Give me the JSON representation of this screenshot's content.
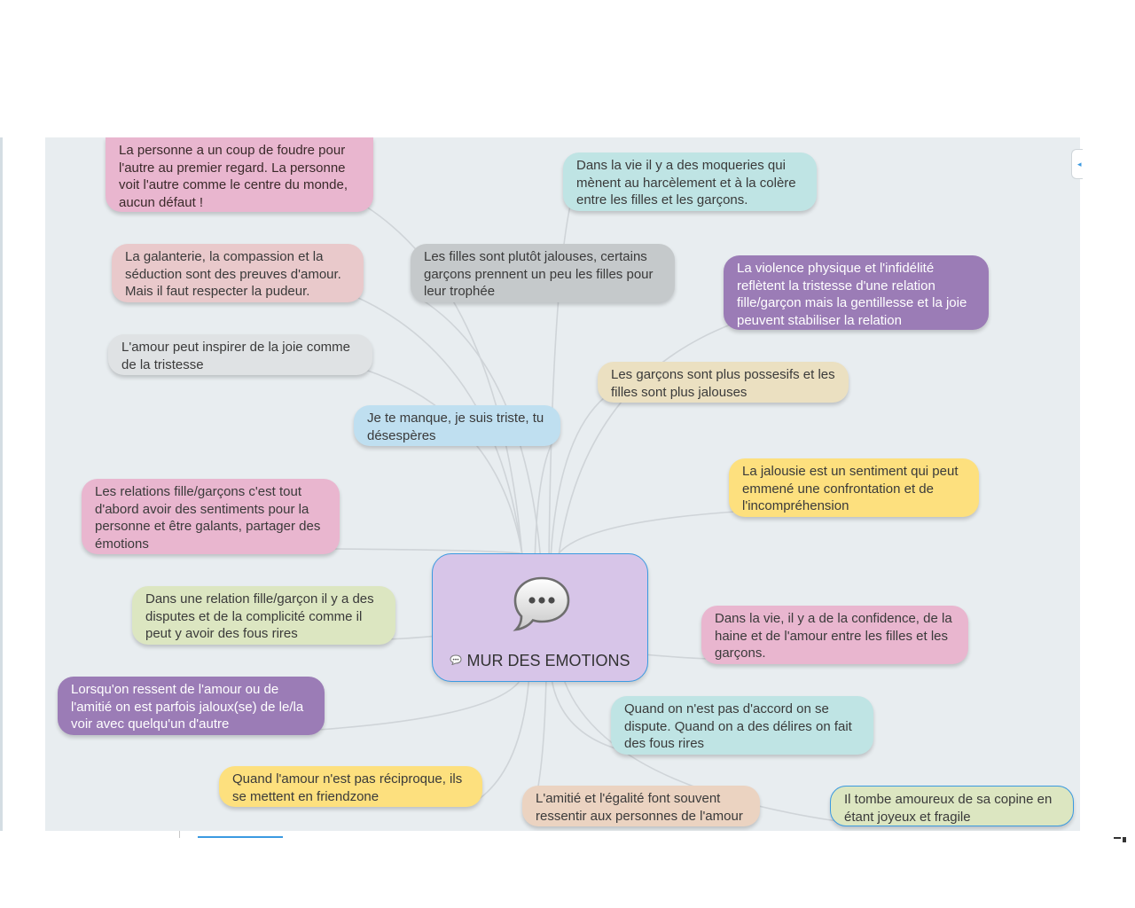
{
  "mindmap": {
    "central": {
      "title": "MUR DES EMOTIONS",
      "icon": "speech-bubble-icon",
      "fill": "#d7c5e8",
      "border": "#3b9ae1"
    },
    "link_color": "#cfd4d8",
    "canvas_background": "#e8edf0",
    "ideas": [
      {
        "id": "coup-de-foudre",
        "text": "La personne a un coup de foudre pour l'autre au premier regard. La personne voit l'autre comme le centre du monde, aucun défaut !",
        "color": "#e9b6cf",
        "style": "fluo"
      },
      {
        "id": "galanterie",
        "text": "La galanterie, la compassion et la séduction sont des preuves d'amour. Mais il faut respecter la pudeur.",
        "color": "#e9c9cb",
        "style": "light"
      },
      {
        "id": "joie-tristesse",
        "text": "L'amour peut inspirer de la joie comme de la tristesse",
        "color": "#dfe2e4",
        "style": "light"
      },
      {
        "id": "je-te-manque",
        "text": "Je te manque, je suis triste, tu désespères",
        "color": "#bfdff0",
        "style": "light"
      },
      {
        "id": "filles-jalouses",
        "text": "Les filles sont plutôt jalouses, certains garçons prennent un peu les filles pour leur trophée",
        "color": "#c5c9cb",
        "style": "light"
      },
      {
        "id": "moqueries",
        "text": "Dans la vie il y a des moqueries qui mènent au harcèlement et à la colère entre les filles et les garçons.",
        "color": "#bfe4e4",
        "style": "light"
      },
      {
        "id": "violence",
        "text": "La violence physique et l'infidélité reflètent la tristesse d'une relation fille/garçon mais la gentillesse et la joie peuvent stabiliser la relation",
        "color": "#9b7cb6",
        "style": "dark"
      },
      {
        "id": "possessifs",
        "text": "Les garçons sont plus possesifs et les filles sont plus jalouses",
        "color": "#ebe0c1",
        "style": "light"
      },
      {
        "id": "jalousie",
        "text": "La jalousie est un sentiment qui peut emmené une confrontation et de l'incompréhension",
        "color": "#fde07e",
        "style": "light"
      },
      {
        "id": "relations",
        "text": "Les relations fille/garçons c'est tout d'abord avoir des sentiments pour la personne et être galants, partager des émotions",
        "color": "#e9b6cf",
        "style": "light"
      },
      {
        "id": "disputes",
        "text": "Dans une relation fille/garçon il y a des disputes et de la complicité comme il peut y avoir des fous rires",
        "color": "#dce6c1",
        "style": "light"
      },
      {
        "id": "confidence",
        "text": "Dans la vie, il y a de la confidence, de la haine et de l'amour entre les filles et les garçons.",
        "color": "#e9b6cf",
        "style": "light"
      },
      {
        "id": "jaloux",
        "text": "Lorsqu'on ressent de l'amour ou de l'amitié on est parfois jaloux(se) de le/la voir avec quelqu'un d'autre",
        "color": "#9b7cb6",
        "style": "dark"
      },
      {
        "id": "pas-accord",
        "text": "Quand on n'est pas d'accord on se dispute. Quand on a des délires on fait des fous rires",
        "color": "#bfe4e4",
        "style": "light"
      },
      {
        "id": "friendzone",
        "text": "Quand l'amour n'est pas réciproque, ils se mettent en friendzone",
        "color": "#fde07e",
        "style": "light"
      },
      {
        "id": "amitie-egalite",
        "text": "L'amitié et l'égalité font souvent ressentir aux personnes de l'amour",
        "color": "#ebd3c1",
        "style": "light"
      },
      {
        "id": "amoureux",
        "text": "Il tombe amoureux de sa copine en étant joyeux et fragile",
        "color": "#dce6c1",
        "style": "selected"
      }
    ]
  }
}
